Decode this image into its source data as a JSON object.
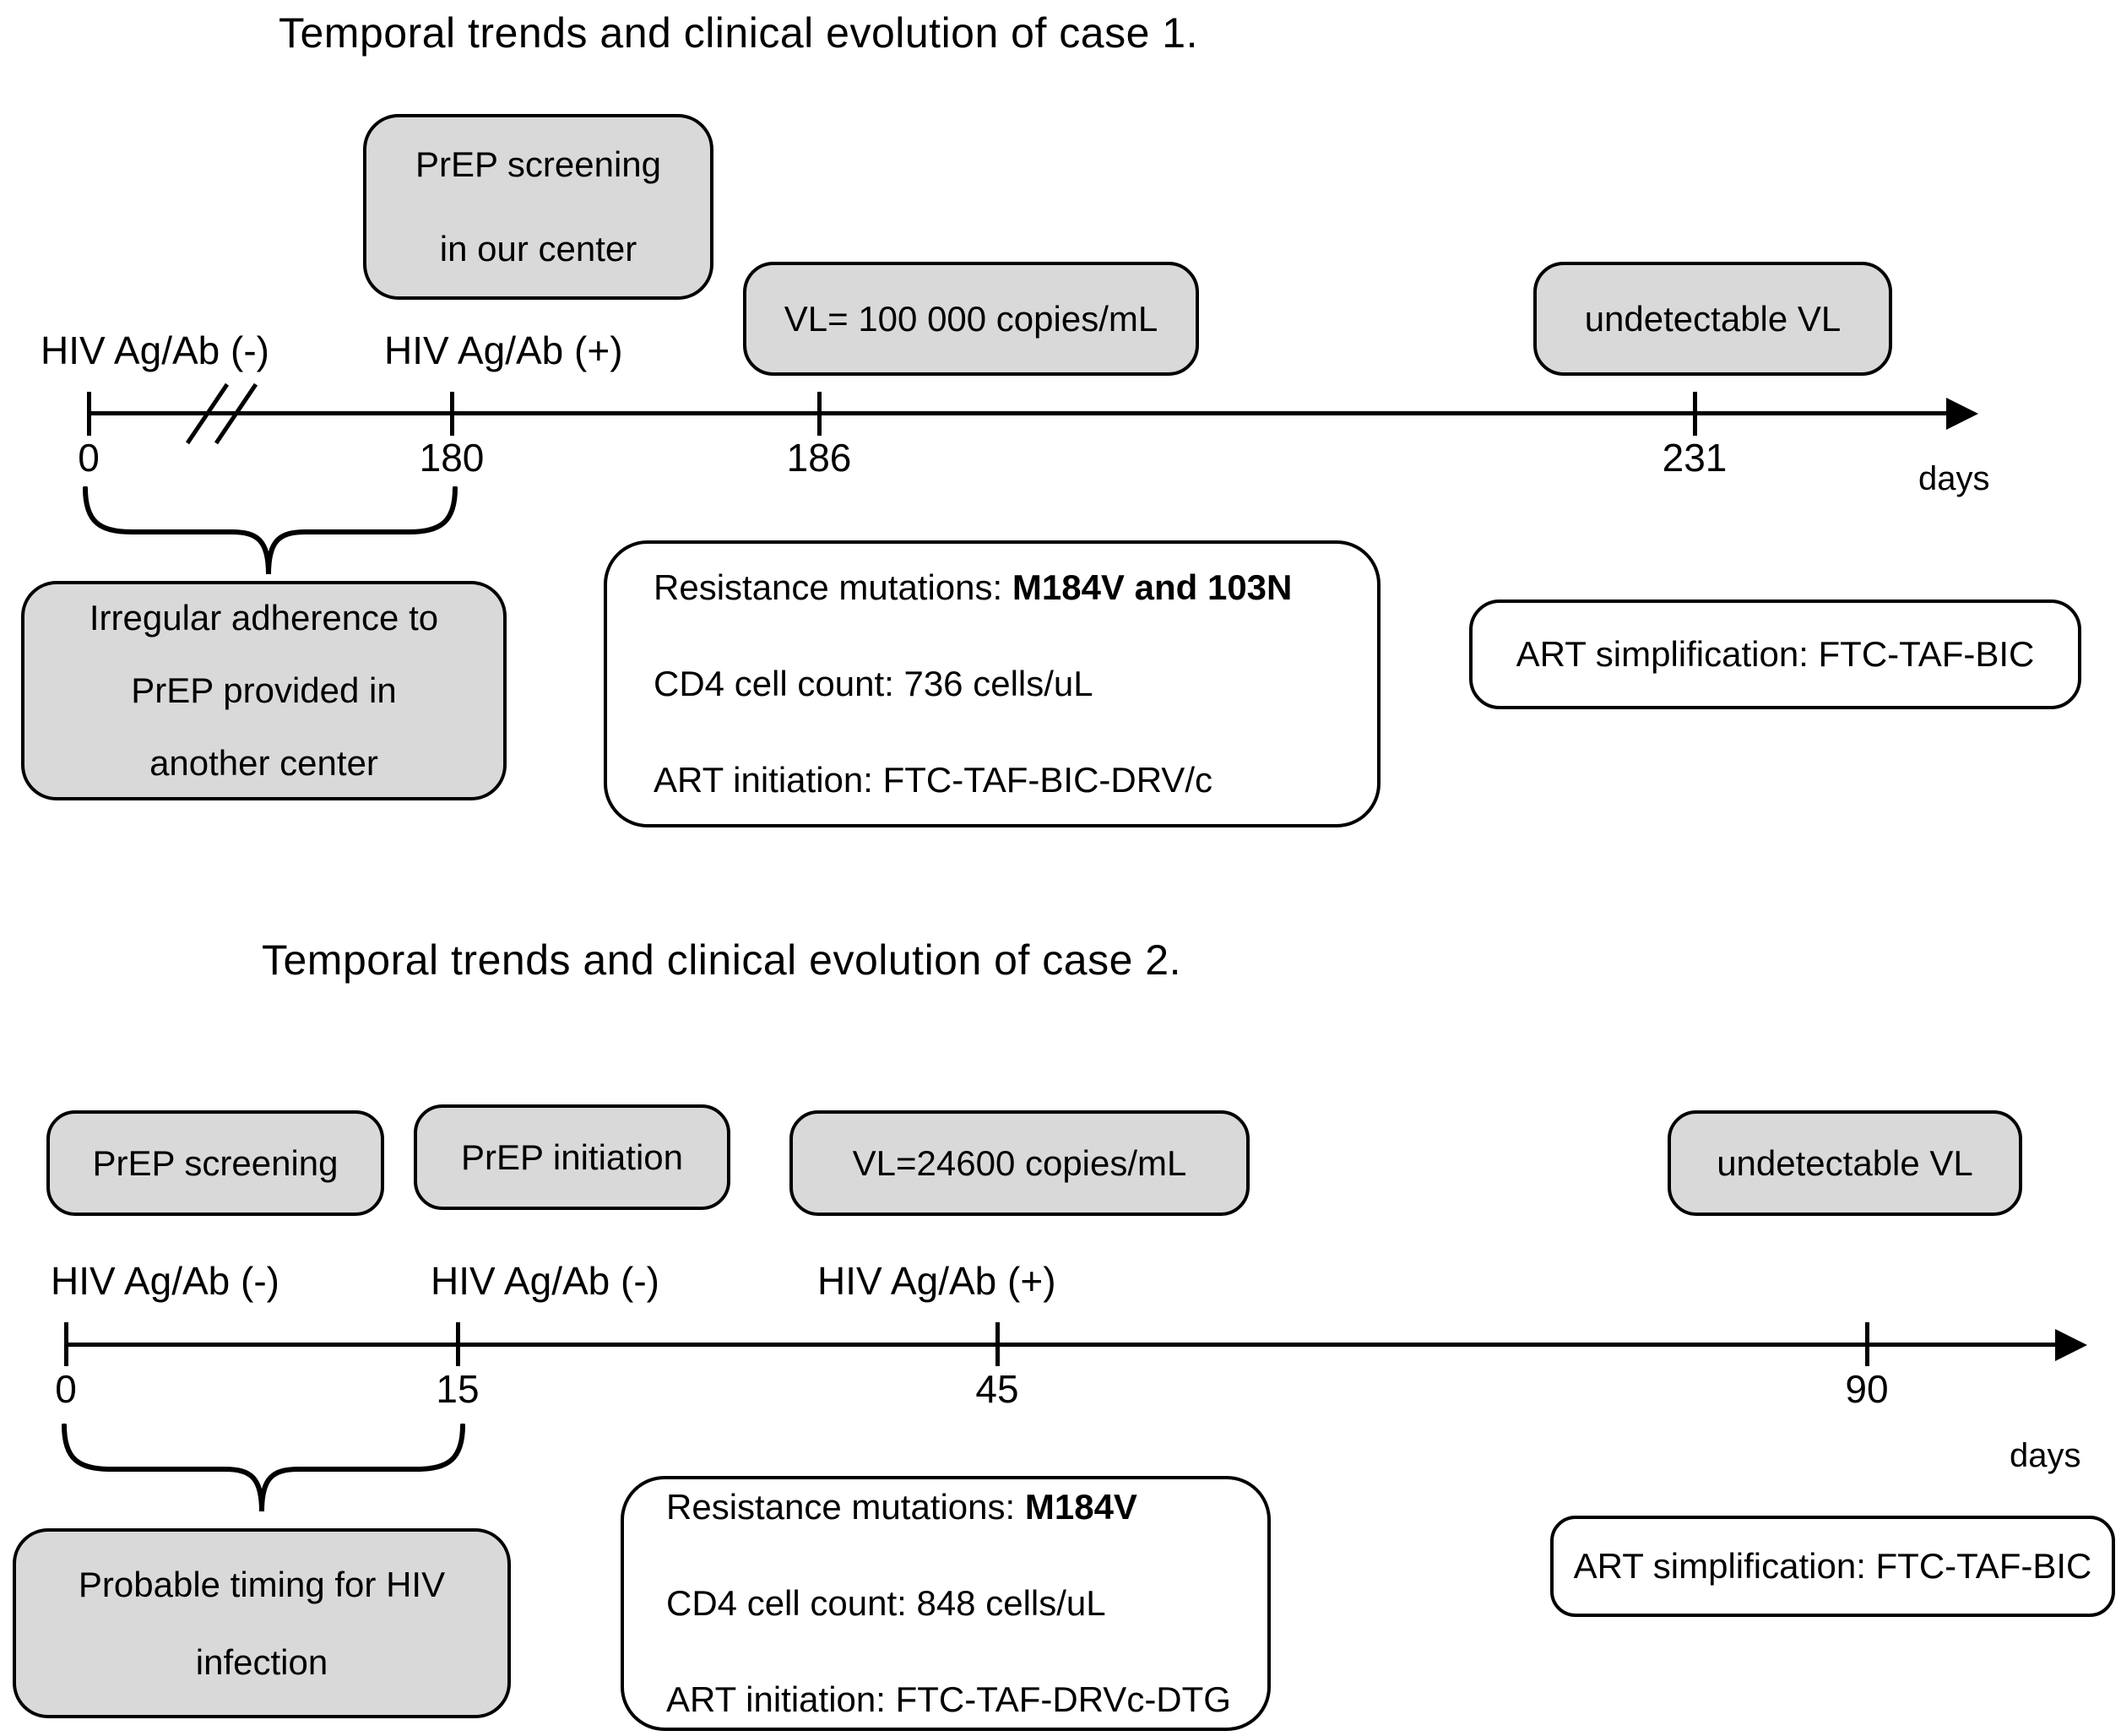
{
  "colors": {
    "background": "#ffffff",
    "callout_fill": "#d9d9d9",
    "box_border": "#000000",
    "text": "#000000"
  },
  "case1": {
    "title": "Temporal trends and clinical evolution of case 1.",
    "prep_screening_line1": "PrEP screening",
    "prep_screening_line2": "in our center",
    "label_neg": "HIV Ag/Ab (-)",
    "label_pos": "HIV Ag/Ab (+)",
    "vl_box": "VL= 100 000 copies/mL",
    "undetectable_box": "undetectable VL",
    "ticks": [
      "0",
      "180",
      "186",
      "231"
    ],
    "days_label": "days",
    "adherence_line1": "Irregular adherence to",
    "adherence_line2": "PrEP provided in",
    "adherence_line3": "another center",
    "resistance_label": "Resistance mutations: ",
    "resistance_value": "M184V and 103N",
    "cd4_text": "CD4 cell count: 736 cells/uL",
    "art_initiation": "ART initiation: FTC-TAF-BIC-DRV/c",
    "art_simplification": "ART simplification: FTC-TAF-BIC"
  },
  "case2": {
    "title": "Temporal trends and clinical evolution of case 2.",
    "prep_screening": "PrEP screening",
    "prep_initiation": "PrEP initiation",
    "vl_box": "VL=24600 copies/mL",
    "undetectable_box": "undetectable VL",
    "label_neg1": "HIV Ag/Ab (-)",
    "label_neg2": "HIV Ag/Ab (-)",
    "label_pos": "HIV Ag/Ab (+)",
    "ticks": [
      "0",
      "15",
      "45",
      "90"
    ],
    "days_label": "days",
    "probable_line1": "Probable timing for HIV",
    "probable_line2": "infection",
    "resistance_label": "Resistance mutations: ",
    "resistance_value": "M184V",
    "cd4_text": "CD4 cell count: 848 cells/uL",
    "art_initiation": "ART initiation: FTC-TAF-DRVc-DTG",
    "art_simplification": "ART simplification: FTC-TAF-BIC"
  }
}
